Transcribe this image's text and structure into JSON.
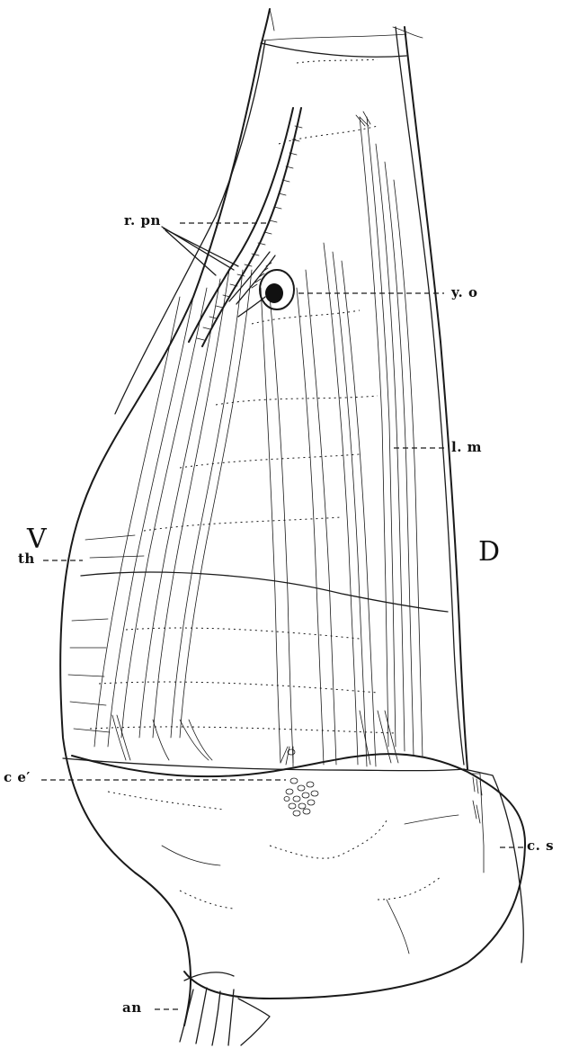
{
  "labels": {
    "r_pn": "r. pn",
    "y_o": "y. o",
    "l_m": "l. m",
    "V": "V",
    "D": "D",
    "th": "th",
    "c_e": "c e′",
    "c_s": "c. s",
    "an": "an"
  }
}
